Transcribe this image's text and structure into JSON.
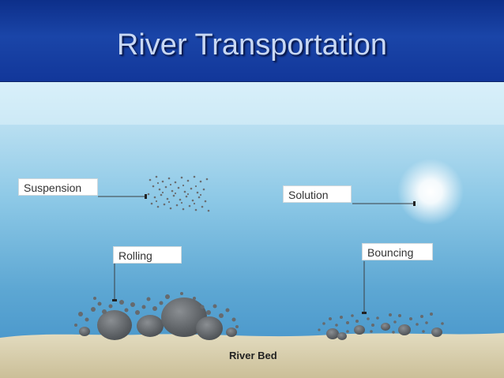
{
  "title": "River Transportation",
  "labels": {
    "suspension": "Suspension",
    "solution": "Solution",
    "rolling": "Rolling",
    "bouncing": "Bouncing",
    "river_bed": "River Bed"
  },
  "colors": {
    "header": "#1a45a8",
    "title_text": "#c8d8f4",
    "water": "#5da7d3",
    "sand": "#d9cfb0",
    "rock": "#5e6266"
  }
}
